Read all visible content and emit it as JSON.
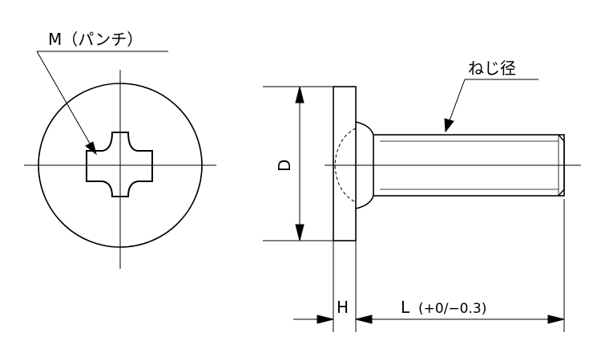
{
  "labels": {
    "punch": "M（パンチ）",
    "thread": "ねじ径",
    "diameter": "D",
    "head_height": "H",
    "length_letter": "L",
    "length_tol": "(+0/−0.3)"
  },
  "colors": {
    "line": "#000000",
    "background": "#ffffff"
  }
}
